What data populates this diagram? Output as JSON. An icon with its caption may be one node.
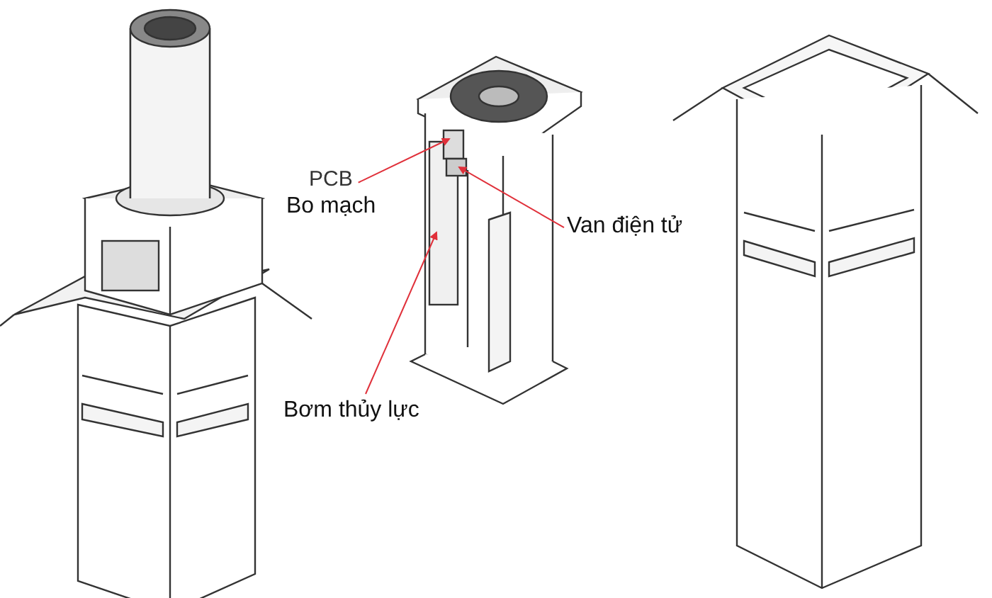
{
  "diagram": {
    "nodes": [
      {
        "text": [
          "PCB",
          "Bo mạch"
        ]
      },
      {
        "text": [
          "Van điện tử"
        ]
      },
      {
        "text": [
          "Bơm thủy lực"
        ]
      }
    ],
    "edges": [
      {
        "from": 0,
        "to": null,
        "arrow": "to"
      },
      {
        "from": 1,
        "to": null,
        "arrow": "to"
      },
      {
        "from": 2,
        "to": null,
        "arrow": "to"
      }
    ]
  }
}
